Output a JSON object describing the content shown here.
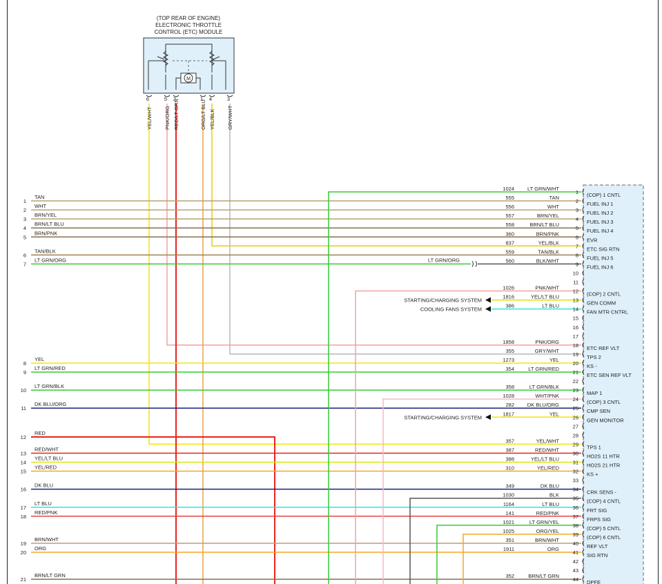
{
  "etc_module": {
    "title_lines": [
      "(TOP REAR OF ENGINE)",
      "ELECTRONIC THROTTLE",
      "CONTROL (ETC) MODULE"
    ],
    "motor_label": "M",
    "pins": [
      {
        "pin": "6",
        "color_name": "YEL/WHT",
        "color": "#f2e600"
      },
      {
        "pin": "5",
        "color_name": "PNK/ORG",
        "color": "#f4a0a0"
      },
      {
        "pin": "2",
        "color_name": "RED/LT GRN",
        "color": "#e8231c"
      },
      {
        "pin": "1",
        "color_name": "ORG/LT BLU",
        "color": "#e8a048"
      },
      {
        "pin": "4",
        "color_name": "YEL/BLK",
        "color": "#e8d000"
      },
      {
        "pin": "3",
        "color_name": "GRY/WHT",
        "color": "#b8b8b8"
      }
    ]
  },
  "left_connector": [
    {
      "pin": "1",
      "label": "TAN",
      "color": "#b8a070"
    },
    {
      "pin": "2",
      "label": "WHT",
      "color": "#b8a070"
    },
    {
      "pin": "3",
      "label": "BRN/YEL",
      "color": "#b8a070"
    },
    {
      "pin": "4",
      "label": "BRN/LT BLU",
      "color": "#8a6e4e"
    },
    {
      "pin": "5",
      "label": "BRN/PNK",
      "color": "#8a6e4e"
    },
    {
      "pin": "6",
      "label": "TAN/BLK",
      "color": "#a08050"
    },
    {
      "pin": "7",
      "label": "LT GRN/ORG",
      "color": "#33cc33"
    },
    {
      "pin": "8",
      "label": "YEL",
      "color": "#f2e600"
    },
    {
      "pin": "9",
      "label": "LT GRN/RED",
      "color": "#33cc33"
    },
    {
      "pin": "10",
      "label": "LT GRN/BLK",
      "color": "#33cc33"
    },
    {
      "pin": "11",
      "label": "DK BLU/ORG",
      "color": "#1a237e"
    },
    {
      "pin": "12",
      "label": "RED",
      "color": "#e8231c"
    },
    {
      "pin": "13",
      "label": "RED/WHT",
      "color": "#e8231c"
    },
    {
      "pin": "14",
      "label": "YEL/LT BLU",
      "color": "#d8e800"
    },
    {
      "pin": "15",
      "label": "YEL/RED",
      "color": "#f5a623"
    },
    {
      "pin": "16",
      "label": "DK BLU",
      "color": "#1a237e"
    },
    {
      "pin": "17",
      "label": "LT BLU",
      "color": "#33e0e0"
    },
    {
      "pin": "18",
      "label": "RED/PNK",
      "color": "#e84040"
    },
    {
      "pin": "19",
      "label": "BRN/WHT",
      "color": "#b8a070"
    },
    {
      "pin": "20",
      "label": "ORG",
      "color": "#f5a623"
    },
    {
      "pin": "21",
      "label": "BRN/LT GRN",
      "color": "#8a6e4e"
    }
  ],
  "pcm_rows": [
    {
      "pin": "1",
      "circuit": "1024",
      "color_name": "LT GRN/WHT",
      "func": "(COP) 1 CNTL",
      "color": "#33cc33"
    },
    {
      "pin": "2",
      "circuit": "555",
      "color_name": "TAN",
      "func": "FUEL INJ 1",
      "color": "#b8a070"
    },
    {
      "pin": "3",
      "circuit": "556",
      "color_name": "WHT",
      "func": "FUEL INJ 2",
      "color": "#b8a070"
    },
    {
      "pin": "4",
      "circuit": "557",
      "color_name": "BRN/YEL",
      "func": "FUEL INJ 3",
      "color": "#b8a070"
    },
    {
      "pin": "5",
      "circuit": "558",
      "color_name": "BRN/LT BLU",
      "func": "FUEL INJ 4",
      "color": "#8a6e4e"
    },
    {
      "pin": "6",
      "circuit": "360",
      "color_name": "BRN/PNK",
      "func": "EVR",
      "color": "#8a6e4e"
    },
    {
      "pin": "7",
      "circuit": "837",
      "color_name": "YEL/BLK",
      "func": "ETC SIG RTN",
      "color": "#e8d000"
    },
    {
      "pin": "8",
      "circuit": "559",
      "color_name": "TAN/BLK",
      "func": "FUEL INJ 5",
      "color": "#a08050"
    },
    {
      "pin": "9",
      "circuit": "560",
      "color_name": "BLK/WHT",
      "func": "FUEL INJ 6",
      "color": "#555555"
    },
    {
      "pin": "10",
      "circuit": "",
      "color_name": "",
      "func": "",
      "color": ""
    },
    {
      "pin": "11",
      "circuit": "",
      "color_name": "",
      "func": "",
      "color": ""
    },
    {
      "pin": "12",
      "circuit": "1026",
      "color_name": "PNK/WHT",
      "func": "(COP) 2 CNTL",
      "color": "#f4a0a0"
    },
    {
      "pin": "13",
      "circuit": "1816",
      "color_name": "YEL/LT BLU",
      "func": "GEN COMM",
      "color": "#d8e800"
    },
    {
      "pin": "14",
      "circuit": "386",
      "color_name": "LT BLU",
      "func": "FAN MTR CNTRL",
      "color": "#33e0e0"
    },
    {
      "pin": "15",
      "circuit": "",
      "color_name": "",
      "func": "",
      "color": ""
    },
    {
      "pin": "16",
      "circuit": "",
      "color_name": "",
      "func": "",
      "color": ""
    },
    {
      "pin": "17",
      "circuit": "",
      "color_name": "",
      "func": "",
      "color": ""
    },
    {
      "pin": "18",
      "circuit": "1858",
      "color_name": "PNK/ORG",
      "func": "ETC REF VLT",
      "color": "#f4a0a0"
    },
    {
      "pin": "19",
      "circuit": "355",
      "color_name": "GRY/WHT",
      "func": "TPS 2",
      "color": "#b8b8b8"
    },
    {
      "pin": "20",
      "circuit": "1273",
      "color_name": "YEL",
      "func": "KS -",
      "color": "#f2e600"
    },
    {
      "pin": "21",
      "circuit": "354",
      "color_name": "LT GRN/RED",
      "func": "ETC SEN REF VLT",
      "color": "#33cc33"
    },
    {
      "pin": "22",
      "circuit": "",
      "color_name": "",
      "func": "",
      "color": ""
    },
    {
      "pin": "23",
      "circuit": "358",
      "color_name": "LT GRN/BLK",
      "func": "MAP 1",
      "color": "#33cc33"
    },
    {
      "pin": "24",
      "circuit": "1028",
      "color_name": "WHT/PNK",
      "func": "(COP) 3 CNTL",
      "color": "#f4b8c8"
    },
    {
      "pin": "25",
      "circuit": "282",
      "color_name": "DK BLU/ORG",
      "func": "CMP SEN",
      "color": "#1a237e"
    },
    {
      "pin": "26",
      "circuit": "1817",
      "color_name": "YEL",
      "func": "GEN MONITOR",
      "color": "#f2e600"
    },
    {
      "pin": "27",
      "circuit": "",
      "color_name": "",
      "func": "",
      "color": ""
    },
    {
      "pin": "28",
      "circuit": "",
      "color_name": "",
      "func": "",
      "color": ""
    },
    {
      "pin": "29",
      "circuit": "357",
      "color_name": "YEL/WHT",
      "func": "TPS 1",
      "color": "#f2e600"
    },
    {
      "pin": "30",
      "circuit": "387",
      "color_name": "RED/WHT",
      "func": "HO2S 11 HTR",
      "color": "#e8231c"
    },
    {
      "pin": "31",
      "circuit": "388",
      "color_name": "YEL/LT BLU",
      "func": "HO2S 21 HTR",
      "color": "#d8e800"
    },
    {
      "pin": "32",
      "circuit": "310",
      "color_name": "YEL/RED",
      "func": "KS +",
      "color": "#f5a623"
    },
    {
      "pin": "33",
      "circuit": "",
      "color_name": "",
      "func": "",
      "color": ""
    },
    {
      "pin": "34",
      "circuit": "349",
      "color_name": "DK BLU",
      "func": "CRK SENS -",
      "color": "#1a237e"
    },
    {
      "pin": "35",
      "circuit": "1030",
      "color_name": "BLK",
      "func": "(COP) 4 CNTL",
      "color": "#555555"
    },
    {
      "pin": "36",
      "circuit": "1164",
      "color_name": "LT BLU",
      "func": "FRT SIG",
      "color": "#33e0e0"
    },
    {
      "pin": "37",
      "circuit": "141",
      "color_name": "RED/PNK",
      "func": "FRPS SIG",
      "color": "#e84040"
    },
    {
      "pin": "38",
      "circuit": "1021",
      "color_name": "LT GRN/YEL",
      "func": "(COP) 5 CNTL",
      "color": "#33cc33"
    },
    {
      "pin": "39",
      "circuit": "1025",
      "color_name": "ORG/YEL",
      "func": "(COP) 6 CNTL",
      "color": "#f5a623"
    },
    {
      "pin": "40",
      "circuit": "351",
      "color_name": "BRN/WHT",
      "func": "REF VLT",
      "color": "#b8a070"
    },
    {
      "pin": "41",
      "circuit": "1911",
      "color_name": "ORG",
      "func": "SIG RTN",
      "color": "#f5a623"
    },
    {
      "pin": "42",
      "circuit": "",
      "color_name": "",
      "func": "",
      "color": ""
    },
    {
      "pin": "43",
      "circuit": "",
      "color_name": "",
      "func": "",
      "color": ""
    },
    {
      "pin": "44",
      "circuit": "352",
      "color_name": "BRN/LT GRN",
      "func": "DPFE",
      "color": "#8a6e4e"
    }
  ],
  "external_refs": [
    {
      "text": "STARTING/CHARGING SYSTEM",
      "pin": "13"
    },
    {
      "text": "COOLING FANS SYSTEM",
      "pin": "14"
    },
    {
      "text": "STARTING/CHARGING SYSTEM",
      "pin": "26"
    }
  ],
  "splice_label": "LT GRN/ORG"
}
